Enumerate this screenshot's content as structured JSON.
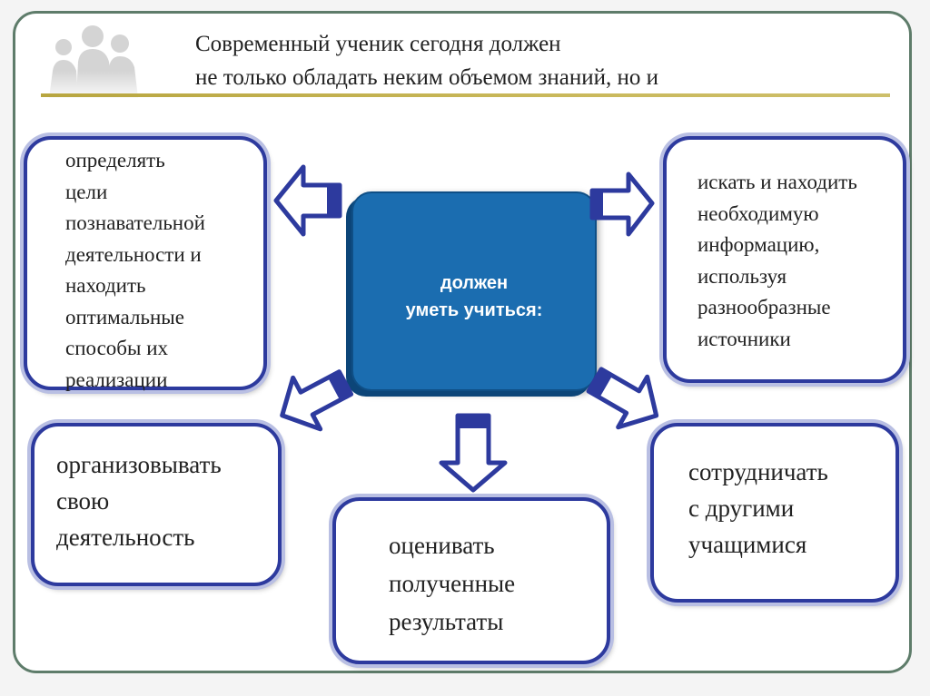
{
  "title": {
    "line1": "Современный ученик сегодня должен",
    "line2": "не только обладать неким объемом знаний, но и"
  },
  "center": {
    "text": "должен\nуметь учиться:"
  },
  "boxes": {
    "top_left": "определять\nцели\nпознавательной\nдеятельности и\nнаходить\nоптимальные\nспособы их\nреализации",
    "top_right": "искать и находить\nнеобходимую\nинформацию,\nиспользуя\nразнообразные\nисточники",
    "bottom_left": "организовывать\nсвою\nдеятельность",
    "bottom_center": "оценивать\nполученные\nрезультаты",
    "bottom_right": "сотрудничать\nс другими\nучащимися"
  },
  "colors": {
    "box_border": "#2d3a9e",
    "center_fill": "#1b6db0",
    "frame": "#5e7c6a",
    "rule": "#b8a640"
  },
  "icons": {
    "logo": "people-silhouette-icon",
    "arrows": "block-arrow-icon"
  }
}
